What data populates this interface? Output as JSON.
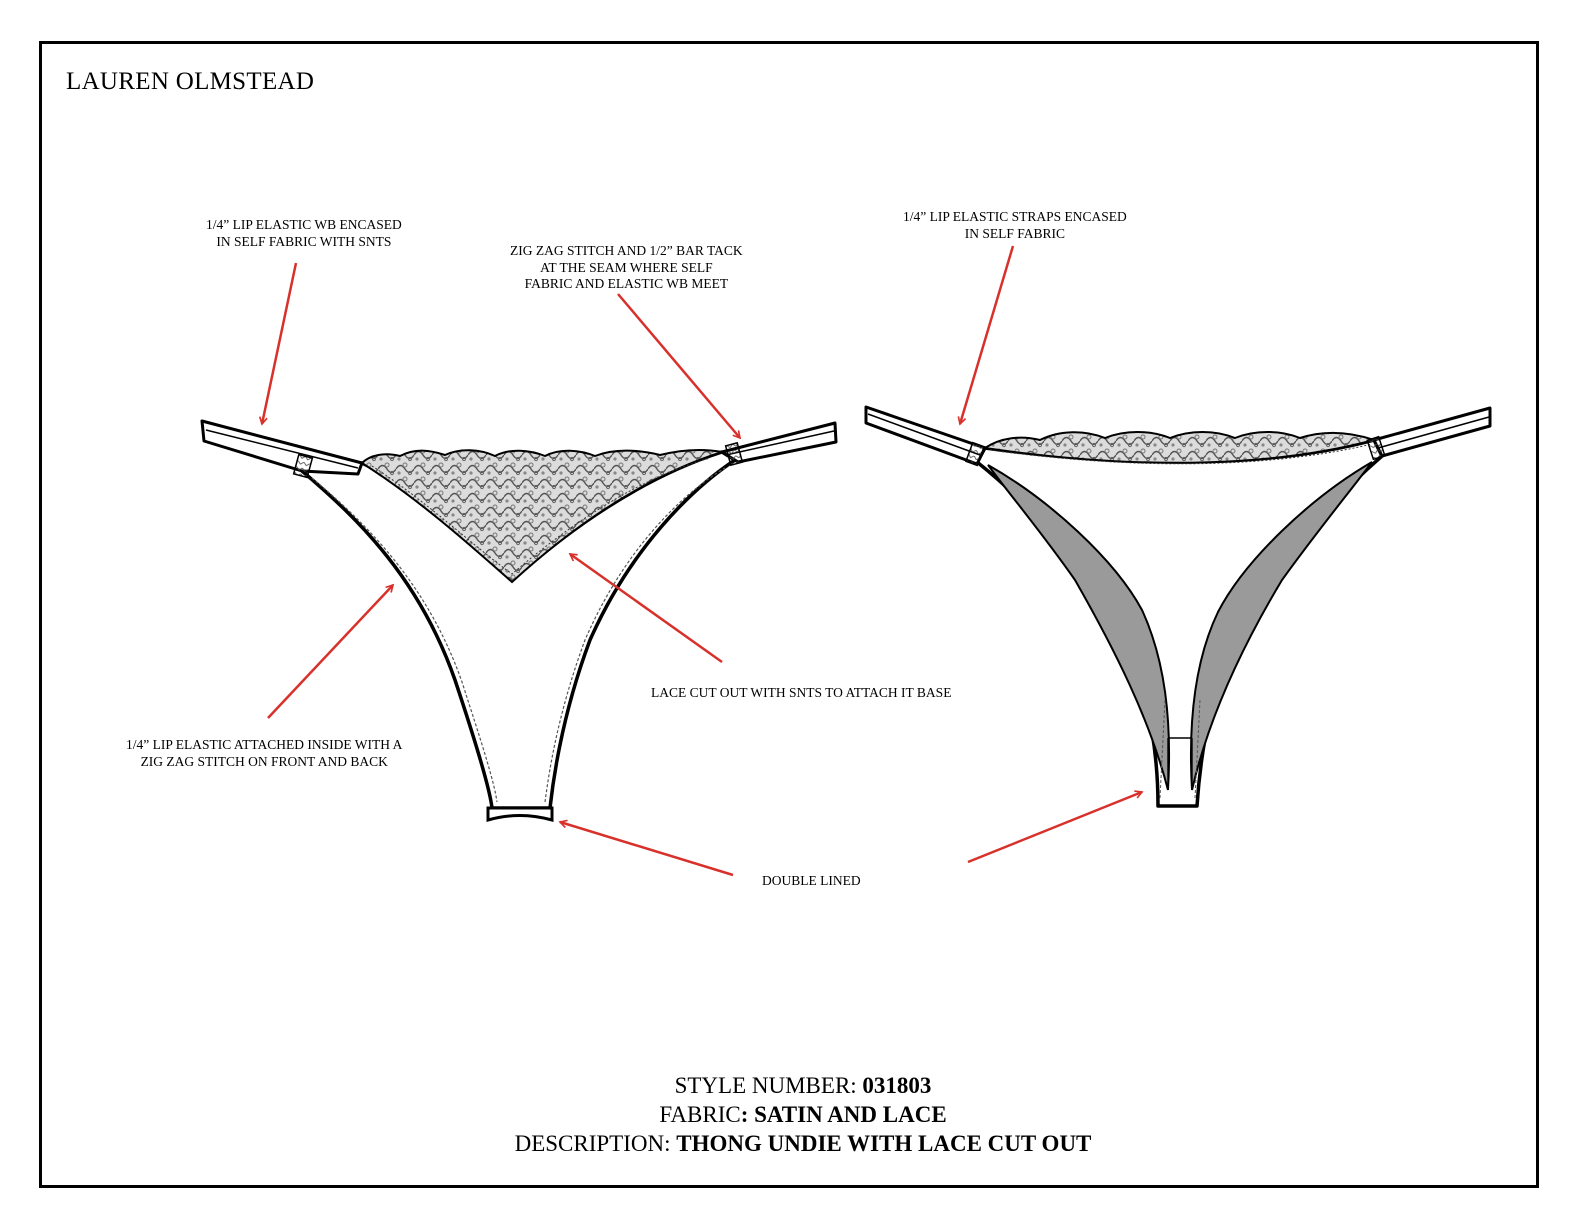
{
  "designer": "LAUREN OLMSTEAD",
  "callouts": {
    "waistband_front": [
      "1/4” LIP ELASTIC WB ENCASED",
      "IN SELF FABRIC WITH SNTS"
    ],
    "bar_tack": [
      "ZIG ZAG STITCH AND 1/2” BAR TACK",
      "AT THE SEAM WHERE SELF",
      "FABRIC AND ELASTIC WB MEET"
    ],
    "straps_back": [
      "1/4” LIP ELASTIC STRAPS ENCASED",
      "IN SELF FABRIC"
    ],
    "lace_cutout": "LACE CUT OUT WITH SNTS TO ATTACH IT BASE",
    "leg_elastic": [
      "1/4” LIP ELASTIC ATTACHED INSIDE WITH A",
      "ZIG ZAG STITCH ON FRONT AND BACK"
    ],
    "double_lined": "DOUBLE LINED"
  },
  "specs": {
    "style_label": "STYLE NUMBER: ",
    "style_value": "031803",
    "fabric_label": "FABRIC",
    "fabric_value": ": SATIN AND LACE",
    "description_label": "DESCRIPTION: ",
    "description_value": "THONG UNDIE WITH LACE CUT OUT"
  },
  "colors": {
    "arrow": "#d8312b",
    "lining": "#9a9a9a",
    "lace": "#8c8c8c",
    "outline": "#000000"
  }
}
